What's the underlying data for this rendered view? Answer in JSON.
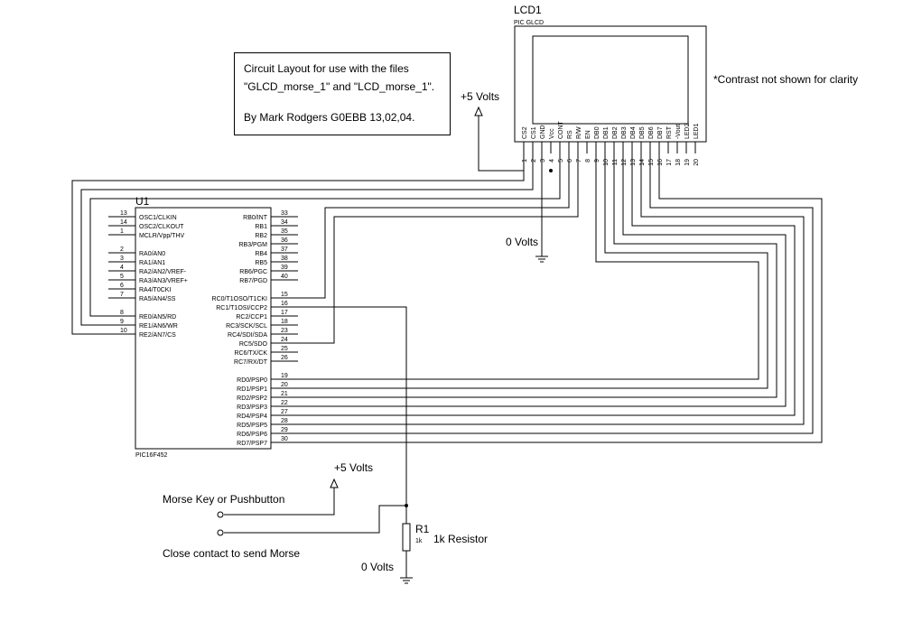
{
  "note": {
    "line1": "Circuit Layout for use with the files",
    "line2": "\"GLCD_morse_1\" and \"LCD_morse_1\".",
    "line3": "By Mark Rodgers G0EBB 13,02,04."
  },
  "lcd": {
    "ref": "LCD1",
    "part": "PIC GLCD",
    "pins": [
      {
        "num": "1",
        "name": "CS2"
      },
      {
        "num": "2",
        "name": "CS1"
      },
      {
        "num": "3",
        "name": "GND"
      },
      {
        "num": "4",
        "name": "Vcc"
      },
      {
        "num": "5",
        "name": "CONT"
      },
      {
        "num": "6",
        "name": "RS"
      },
      {
        "num": "7",
        "name": "R/W"
      },
      {
        "num": "8",
        "name": "EN"
      },
      {
        "num": "9",
        "name": "DB0"
      },
      {
        "num": "10",
        "name": "DB1"
      },
      {
        "num": "11",
        "name": "DB2"
      },
      {
        "num": "12",
        "name": "DB3"
      },
      {
        "num": "13",
        "name": "DB4"
      },
      {
        "num": "14",
        "name": "DB5"
      },
      {
        "num": "15",
        "name": "DB6"
      },
      {
        "num": "16",
        "name": "DB7"
      },
      {
        "num": "17",
        "name": "RST"
      },
      {
        "num": "18",
        "name": "-Vout"
      },
      {
        "num": "19",
        "name": "LED2"
      },
      {
        "num": "20",
        "name": "LED1"
      }
    ]
  },
  "contrast_note": "*Contrast not shown for clarity",
  "power": {
    "vcc_top": "+5 Volts",
    "gnd_top": "0 Volts",
    "vcc_bottom": "+5 Volts",
    "gnd_bottom": "0 Volts"
  },
  "mcu": {
    "ref": "U1",
    "part": "PIC16F452",
    "left_pins": [
      {
        "num": "13",
        "name": "OSC1/CLKIN"
      },
      {
        "num": "14",
        "name": "OSC2/CLKOUT"
      },
      {
        "num": "1",
        "name": "MCLR/Vpp/THV"
      },
      {
        "num": "2",
        "name": "RA0/AN0"
      },
      {
        "num": "3",
        "name": "RA1/AN1"
      },
      {
        "num": "4",
        "name": "RA2/AN2/VREF-"
      },
      {
        "num": "5",
        "name": "RA3/AN3/VREF+"
      },
      {
        "num": "6",
        "name": "RA4/T0CKI"
      },
      {
        "num": "7",
        "name": "RA5/AN4/SS"
      },
      {
        "num": "8",
        "name": "RE0/AN5/RD"
      },
      {
        "num": "9",
        "name": "RE1/AN6/WR"
      },
      {
        "num": "10",
        "name": "RE2/AN7/CS"
      }
    ],
    "right_pins": [
      {
        "num": "33",
        "name": "RB0/INT"
      },
      {
        "num": "34",
        "name": "RB1"
      },
      {
        "num": "35",
        "name": "RB2"
      },
      {
        "num": "36",
        "name": "RB3/PGM"
      },
      {
        "num": "37",
        "name": "RB4"
      },
      {
        "num": "38",
        "name": "RB5"
      },
      {
        "num": "39",
        "name": "RB6/PGC"
      },
      {
        "num": "40",
        "name": "RB7/PGD"
      },
      {
        "num": "15",
        "name": "RC0/T1OSO/T1CKI"
      },
      {
        "num": "16",
        "name": "RC1/T1OSI/CCP2"
      },
      {
        "num": "17",
        "name": "RC2/CCP1"
      },
      {
        "num": "18",
        "name": "RC3/SCK/SCL"
      },
      {
        "num": "23",
        "name": "RC4/SDI/SDA"
      },
      {
        "num": "24",
        "name": "RC5/SDO"
      },
      {
        "num": "25",
        "name": "RC6/TX/CK"
      },
      {
        "num": "26",
        "name": "RC7/RX/DT"
      },
      {
        "num": "19",
        "name": "RD0/PSP0"
      },
      {
        "num": "20",
        "name": "RD1/PSP1"
      },
      {
        "num": "21",
        "name": "RD2/PSP2"
      },
      {
        "num": "22",
        "name": "RD3/PSP3"
      },
      {
        "num": "27",
        "name": "RD4/PSP4"
      },
      {
        "num": "28",
        "name": "RD5/PSP5"
      },
      {
        "num": "29",
        "name": "RD6/PSP6"
      },
      {
        "num": "30",
        "name": "RD7/PSP7"
      }
    ]
  },
  "morse": {
    "key_label": "Morse Key or Pushbutton",
    "contact_label": "Close contact to send Morse"
  },
  "resistor": {
    "ref": "R1",
    "value": "1k",
    "desc": "1k Resistor"
  }
}
